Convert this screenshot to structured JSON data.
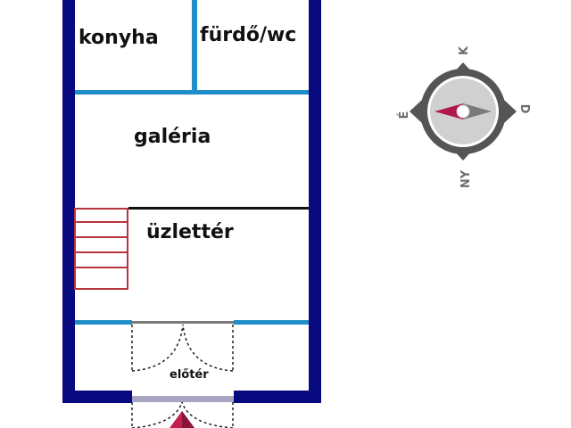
{
  "rooms": {
    "kitchen": "konyha",
    "bathroom": "fürdő/wc",
    "gallery": "galéria",
    "shop": "üzlettér",
    "entrance": "előtér"
  },
  "compass": {
    "north": "K",
    "east": "D",
    "south": "NY",
    "west": "É"
  },
  "colors": {
    "outer_wall": "#0a0a80",
    "inner_wall": "#1f8dc7",
    "stairs": "#b8343c",
    "door_arrow": "#c0224c",
    "needle_red": "#b0174f",
    "compass_gray": "#555555"
  }
}
